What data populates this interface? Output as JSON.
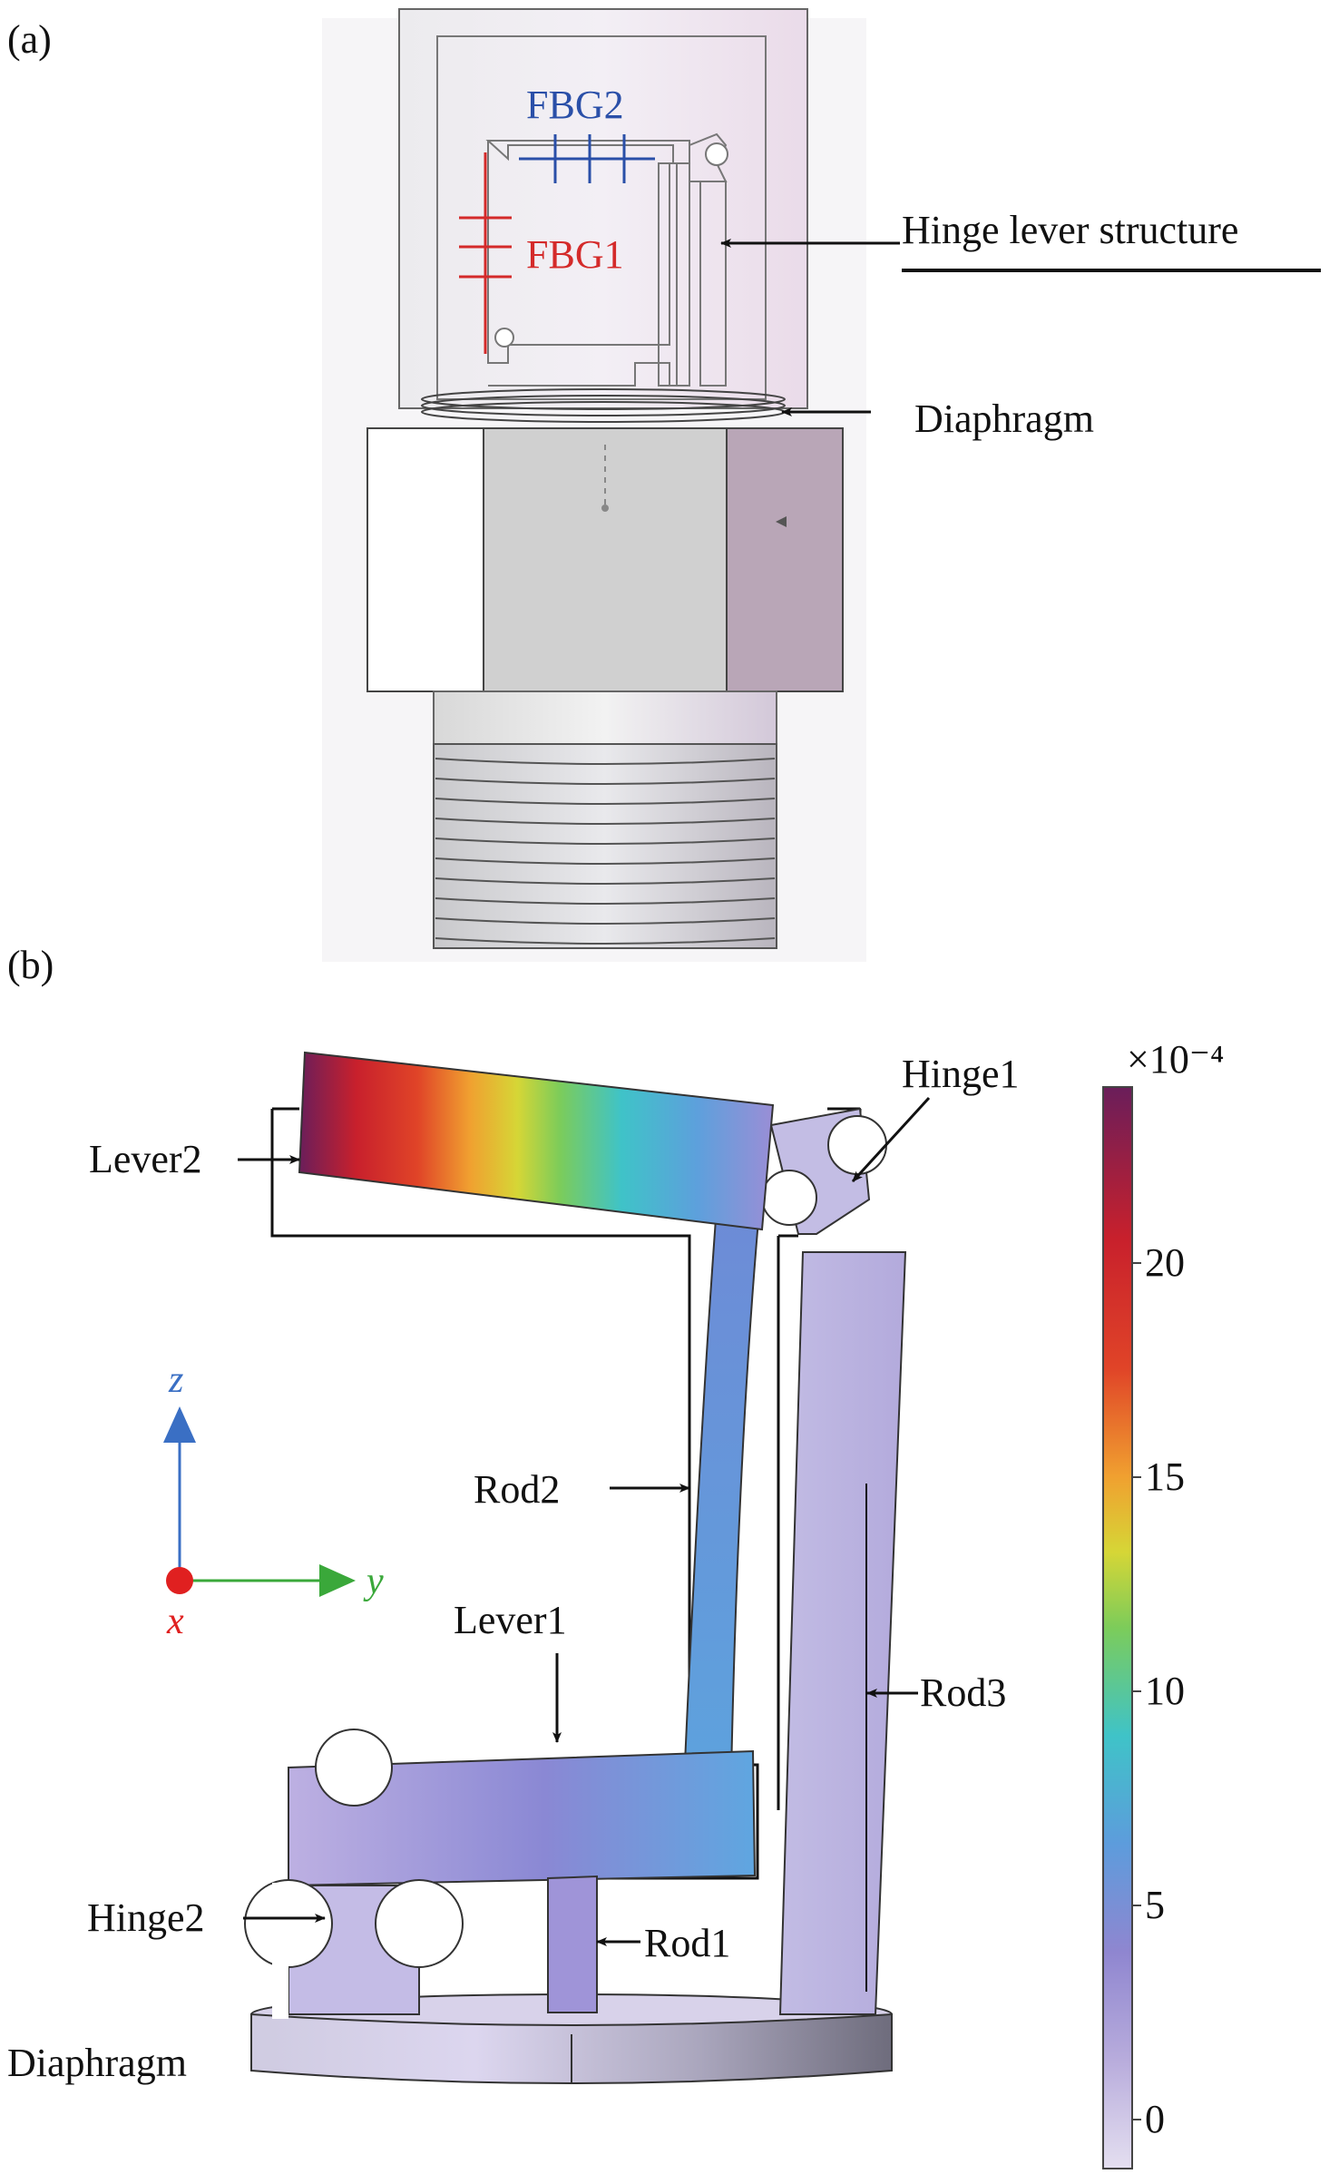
{
  "panel_a": {
    "label": "(a)",
    "fbg2": "FBG2",
    "fbg1": "FBG1",
    "hinge_lever_structure": "Hinge lever structure",
    "diaphragm": "Diaphragm",
    "colors": {
      "fbg1": "#d42a2a",
      "fbg2": "#2a4fa8"
    }
  },
  "panel_b": {
    "label": "(b)",
    "labels": {
      "lever2": "Lever2",
      "hinge1": "Hinge1",
      "rod2": "Rod2",
      "lever1": "Lever1",
      "rod3": "Rod3",
      "hinge2": "Hinge2",
      "rod1": "Rod1",
      "diaphragm": "Diaphragm"
    },
    "axes": {
      "z": "z",
      "y": "y",
      "x": "x",
      "colors": {
        "z": "#3a6fc4",
        "y": "#3aa83a",
        "x": "#e02020"
      }
    },
    "colorbar": {
      "multiplier": "×10⁻⁴",
      "ticks": [
        "20",
        "15",
        "10",
        "5",
        "0"
      ],
      "colormap": [
        "#e4dff0",
        "#a99ad6",
        "#7a8ad0",
        "#5da0dc",
        "#3fc3c8",
        "#7ccc5a",
        "#d6d636",
        "#f0a030",
        "#e04428",
        "#c8202c",
        "#6a1e5a"
      ]
    }
  }
}
